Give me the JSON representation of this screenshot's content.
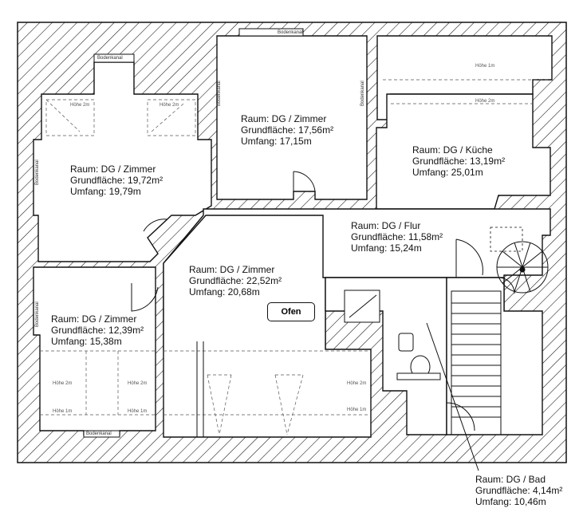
{
  "rooms": [
    {
      "name": "Raum: DG / Zimmer",
      "area": "Grundfläche: 17,56m²",
      "perimeter": "Umfang: 17,15m"
    },
    {
      "name": "Raum: DG / Zimmer",
      "area": "Grundfläche: 19,72m²",
      "perimeter": "Umfang: 19,79m"
    },
    {
      "name": "Raum: DG / Küche",
      "area": "Grundfläche: 13,19m²",
      "perimeter": "Umfang: 25,01m"
    },
    {
      "name": "Raum: DG / Flur",
      "area": "Grundfläche: 11,58m²",
      "perimeter": "Umfang: 15,24m"
    },
    {
      "name": "Raum: DG / Zimmer",
      "area": "Grundfläche: 22,52m²",
      "perimeter": "Umfang: 20,68m"
    },
    {
      "name": "Raum: DG / Zimmer",
      "area": "Grundfläche: 12,39m²",
      "perimeter": "Umfang: 15,38m"
    },
    {
      "name": "Raum: DG / Bad",
      "area": "Grundfläche: 4,14m²",
      "perimeter": "Umfang: 10,46m"
    }
  ],
  "ofen_label": "Ofen",
  "bodenkanal_label": "Bodenkanal",
  "hoehe_1m": "Höhe 1m",
  "hoehe_2m": "Höhe 2m"
}
